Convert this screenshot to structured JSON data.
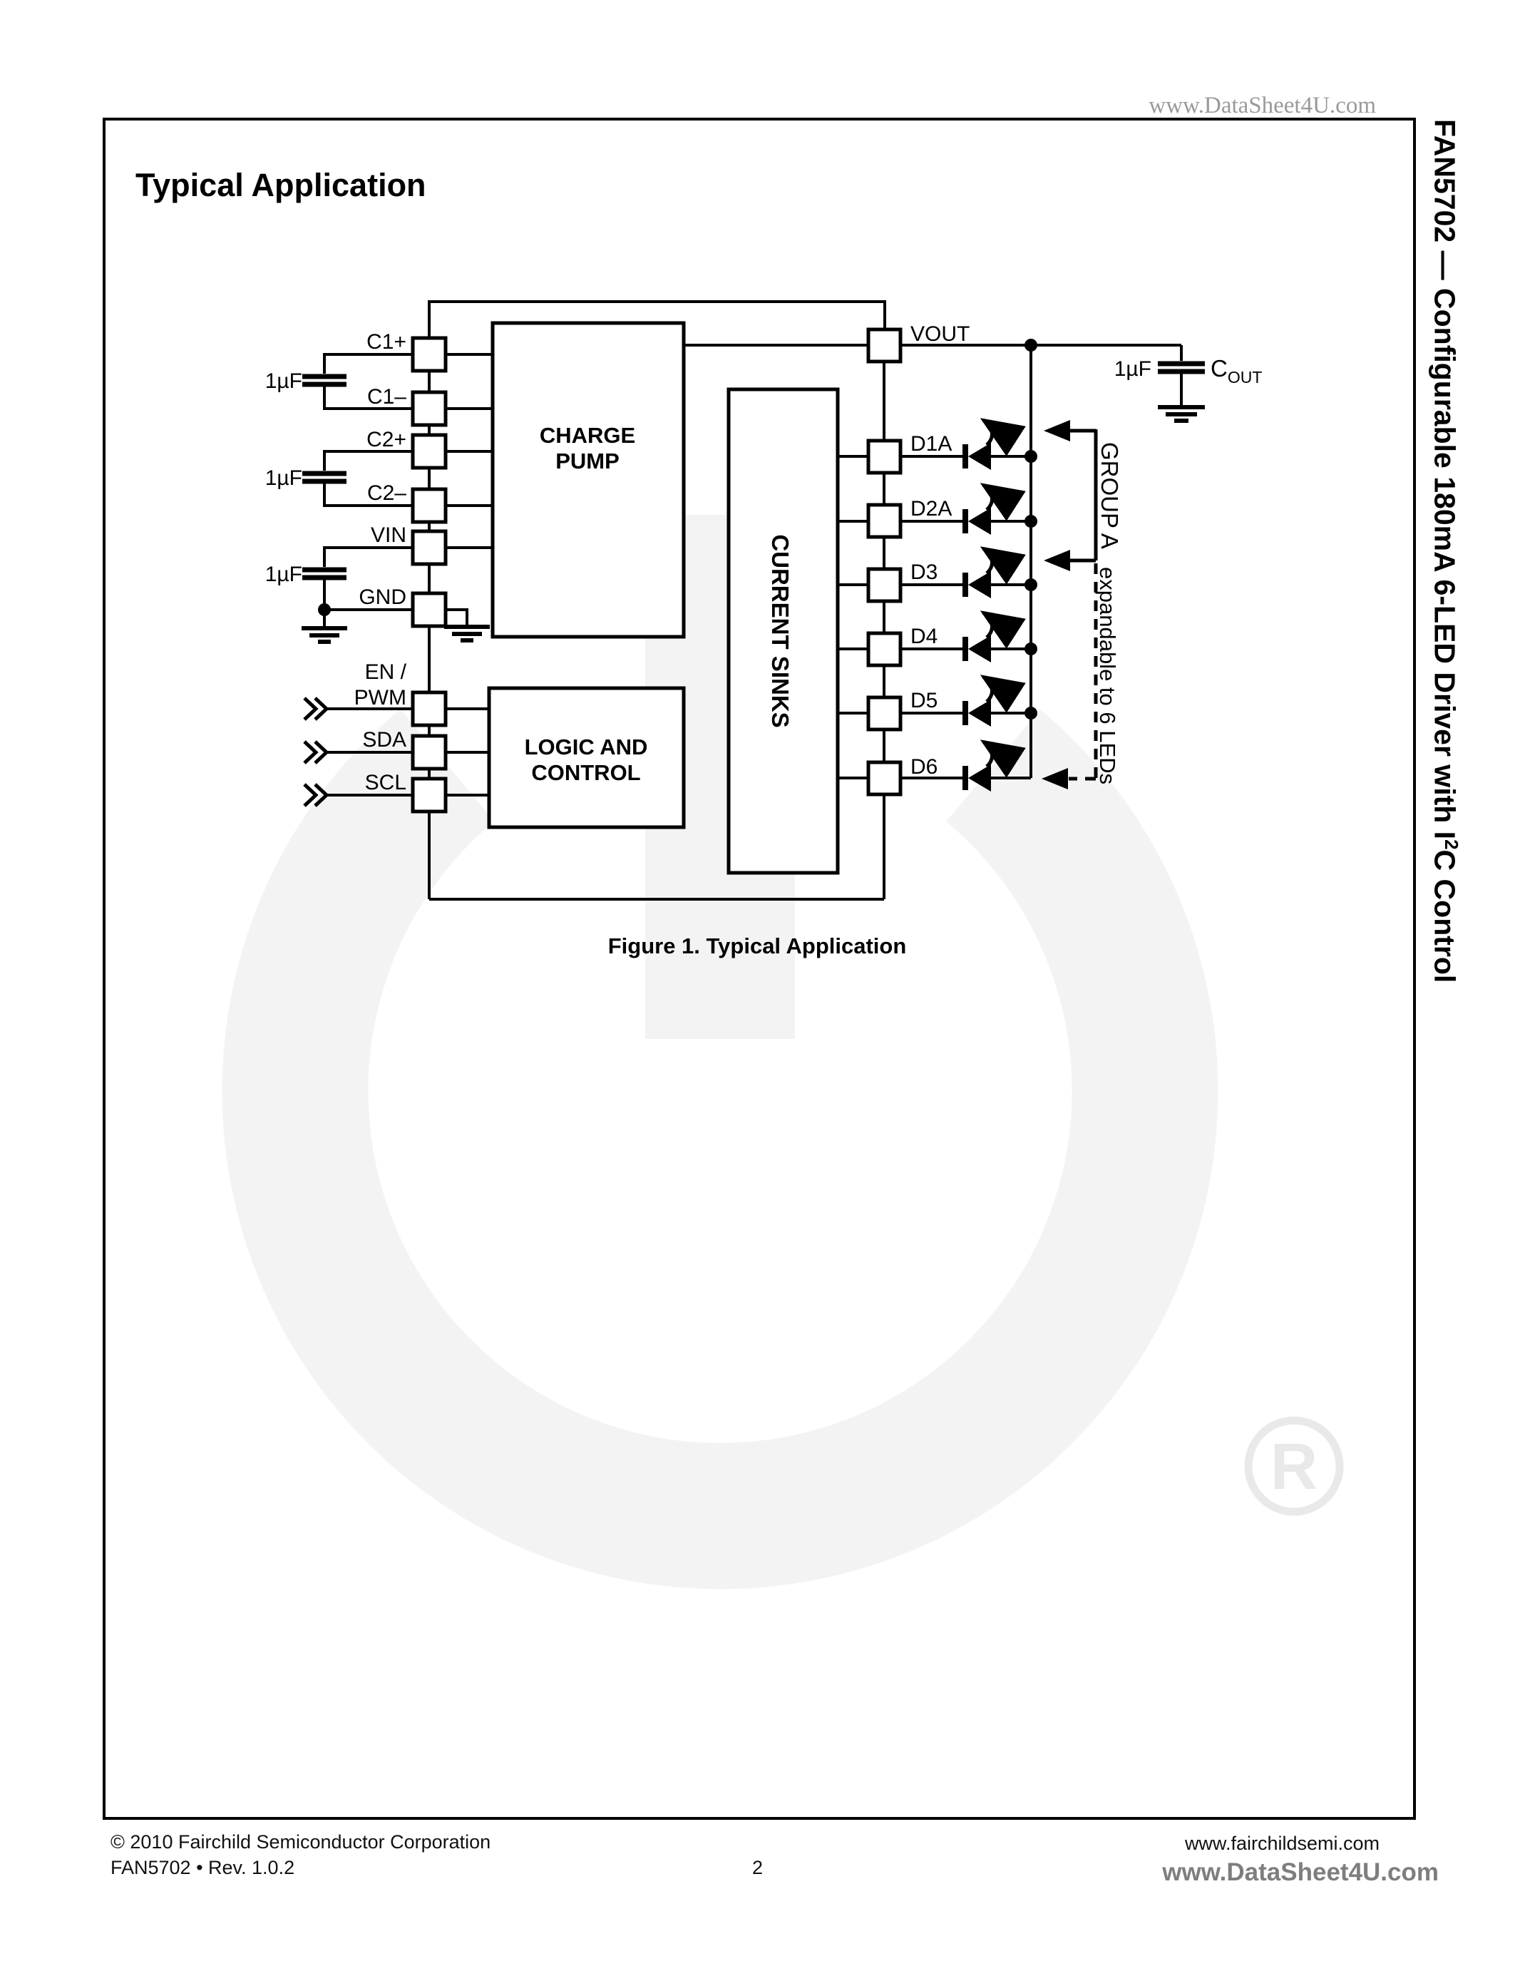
{
  "page": {
    "header_url": "www.DataSheet4U.com",
    "section_title": "Typical Application",
    "side_title": {
      "part1": "FAN5702 — Configurable 180mA 6-LED Driver with I",
      "sup": "2",
      "part2": "C Control"
    },
    "figure_caption": "Figure 1. Typical Application",
    "footer": {
      "copyright": "© 2010 Fairchild Semiconductor Corporation",
      "doc_rev": "FAN5702  •  Rev. 1.0.2",
      "page_number": "2",
      "site": "www.fairchildsemi.com",
      "watermark_site": "www.DataSheet4U.com"
    }
  },
  "diagram": {
    "blocks": {
      "charge_pump_line1": "CHARGE",
      "charge_pump_line2": "PUMP",
      "logic_line1": "LOGIC AND",
      "logic_line2": "CONTROL",
      "current_sinks": "CURRENT SINKS"
    },
    "pins_left": [
      "C1+",
      "C1–",
      "C2+",
      "C2–",
      "VIN",
      "GND"
    ],
    "inputs": [
      "EN /",
      "PWM",
      "SDA",
      "SCL"
    ],
    "pins_right": [
      "VOUT",
      "D1A",
      "D2A",
      "D3",
      "D4",
      "D5",
      "D6"
    ],
    "cap_value": "1µF",
    "cout": {
      "value": "1µF",
      "name": "C",
      "sub": "OUT"
    },
    "annotations": {
      "group": "GROUP A",
      "expandable": "expandable to 6 LEDs"
    },
    "colors": {
      "line": "#000000",
      "watermark": "#f3f3f3",
      "registered_mark": "#e9e9e9"
    }
  }
}
